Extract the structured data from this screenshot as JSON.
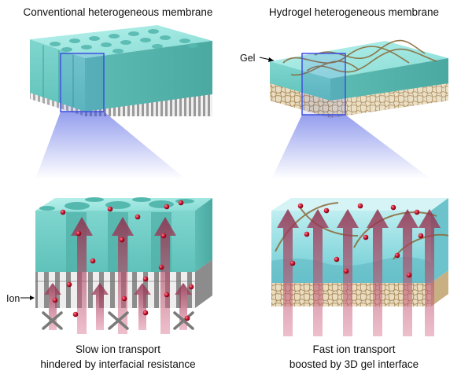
{
  "left": {
    "title": "Conventional heterogeneous membrane",
    "ion_label": "Ion",
    "caption_line1": "Slow ion transport",
    "caption_line2": "hindered by interfacial resistance"
  },
  "right": {
    "title": "Hydrogel heterogeneous membrane",
    "gel_label": "Gel",
    "caption_line1": "Fast ion transport",
    "caption_line2": "boosted by 3D gel interface"
  },
  "colors": {
    "teal": "#8fe0da",
    "ion": "#c8102e",
    "arrow": "#a8405c",
    "magnifier": "#3d4fe0"
  }
}
